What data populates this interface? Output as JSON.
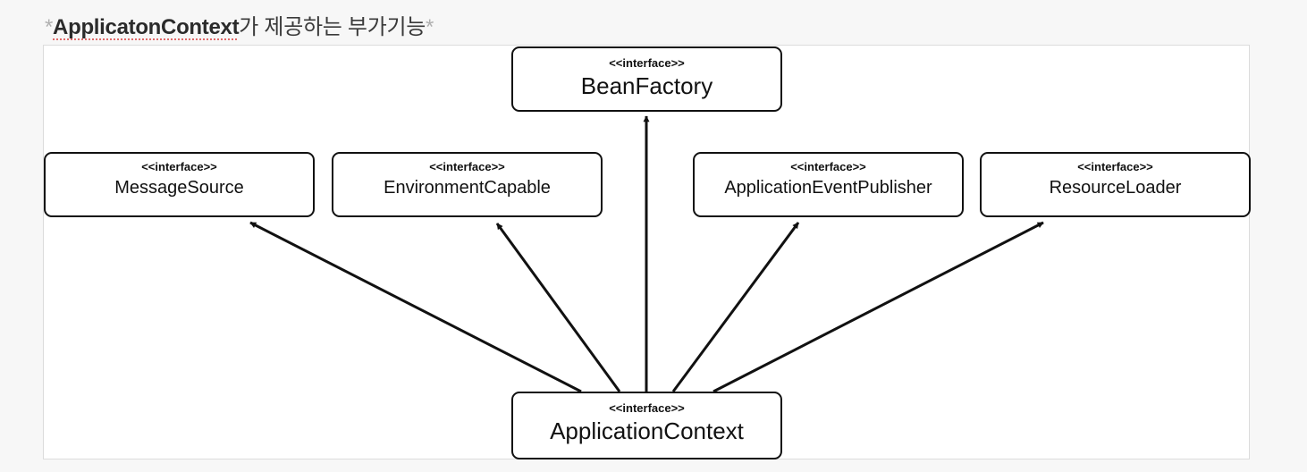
{
  "heading": {
    "lead_star": "*",
    "bold_text": "ApplicatonContext",
    "rest_text": "가 제공하는 부가기능",
    "trail_star": "*"
  },
  "diagram": {
    "stereotype": "<<interface>>",
    "nodes": {
      "bean_factory": "BeanFactory",
      "message_source": "MessageSource",
      "environment_capable": "EnvironmentCapable",
      "application_event_publisher": "ApplicationEventPublisher",
      "resource_loader": "ResourceLoader",
      "application_context": "ApplicationContext"
    },
    "edges": [
      {
        "from": "ApplicationContext",
        "to": "BeanFactory"
      },
      {
        "from": "ApplicationContext",
        "to": "MessageSource"
      },
      {
        "from": "ApplicationContext",
        "to": "EnvironmentCapable"
      },
      {
        "from": "ApplicationContext",
        "to": "ApplicationEventPublisher"
      },
      {
        "from": "ApplicationContext",
        "to": "ResourceLoader"
      }
    ]
  }
}
